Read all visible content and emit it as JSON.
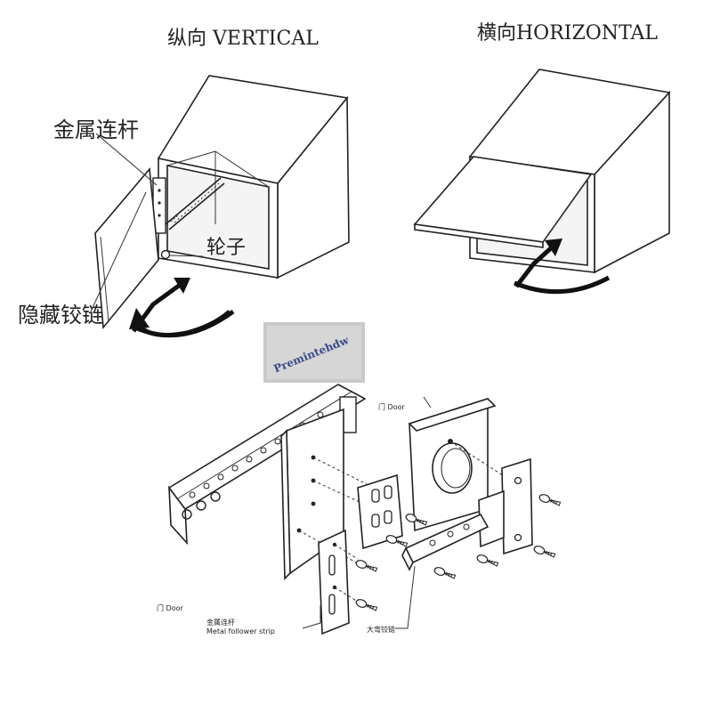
{
  "top": {
    "vertical_title": "纵向 VERTICAL",
    "horizontal_title": "横向HORIZONTAL",
    "label_metal_link": "金属连杆",
    "label_wheel": "轮子",
    "label_hidden_hinge": "隐藏铰链"
  },
  "watermark": {
    "text": "Premintehdw"
  },
  "exploded": {
    "door_top_label": "门 Door",
    "door_left_label": "门 Door",
    "metal_strip_cn": "金属连杆",
    "metal_strip_en": "Metal follower strip",
    "big_hinge_label": "大弯铰链"
  }
}
